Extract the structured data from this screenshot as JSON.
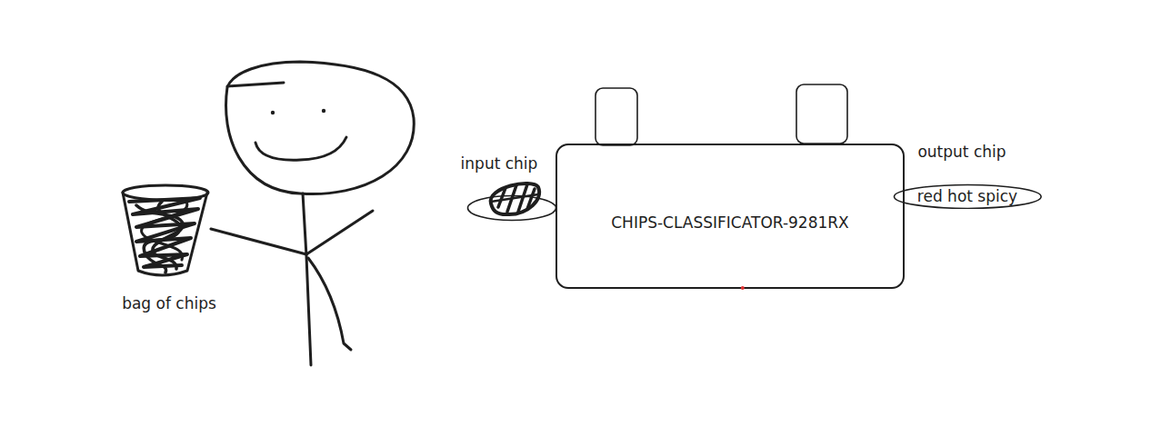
{
  "diagram": {
    "nodes": [
      {
        "text": [
          "input chip"
        ]
      },
      {
        "text": [
          "CHIPS-CLASSIFICATOR-9281RX"
        ]
      },
      {
        "text": [
          "output chip",
          "red hot spicy"
        ]
      }
    ],
    "labels": [
      "bag of chips"
    ]
  }
}
